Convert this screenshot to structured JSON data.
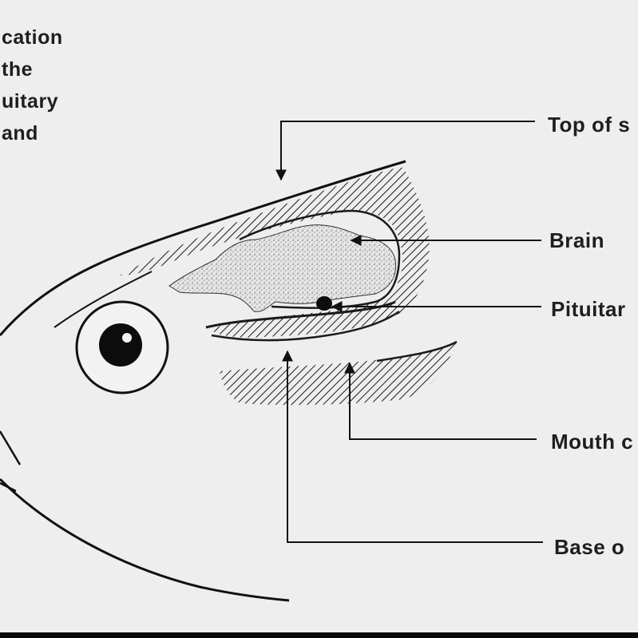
{
  "title_lines": [
    "cation",
    "the",
    "uitary",
    "and"
  ],
  "labels": {
    "top": "Top of s",
    "brain": "Brain",
    "pituitary": "Pituitar",
    "mouth": "Mouth c",
    "base": "Base o"
  }
}
